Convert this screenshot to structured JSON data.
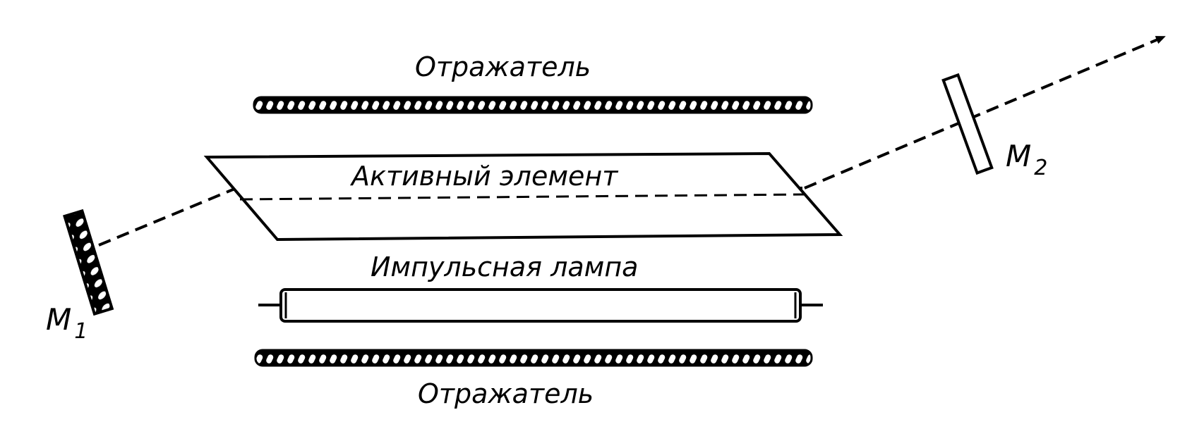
{
  "labels": {
    "reflector_top": "Отражатель",
    "active_element": "Активный элемент",
    "pulse_lamp": "Импульсная лампа",
    "reflector_bottom": "Отражатель",
    "mirror1_letter": "M",
    "mirror1_sub": "1",
    "mirror2_letter": "M",
    "mirror2_sub": "2"
  },
  "colors": {
    "ink": "#000000",
    "background": "#ffffff"
  }
}
